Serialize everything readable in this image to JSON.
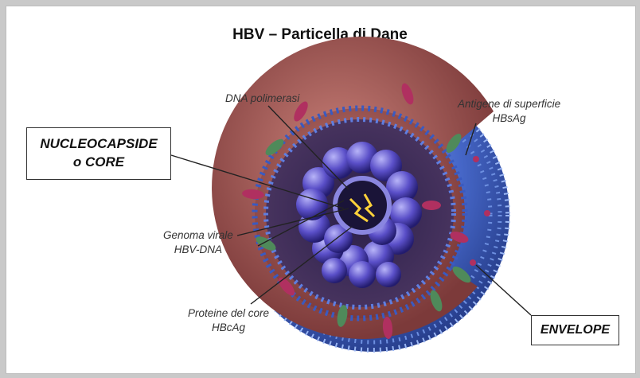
{
  "title": "HBV – Particella di Dane",
  "boxes": {
    "nucleocapside_line1": "NUCLEOCAPSIDE",
    "nucleocapside_line2": "o CORE",
    "envelope": "ENVELOPE"
  },
  "labels": {
    "dna_polimerasi": "DNA polimerasi",
    "antigene_line1": "Antigene di superficie",
    "antigene_line2": "HBsAg",
    "genoma_line1": "Genoma virale",
    "genoma_line2": "HBV-DNA",
    "proteine_line1": "Proteine del core",
    "proteine_line2": "HBcAg"
  },
  "colors": {
    "membrane_beads": "#4a6fd0",
    "inner_layer": "#a15a56",
    "core_spheres": "#5a4fc8",
    "spike_green": "#4f8a5a",
    "spike_red": "#b03060"
  }
}
